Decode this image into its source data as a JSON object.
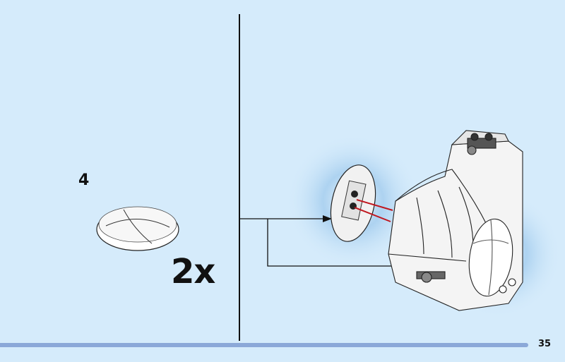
{
  "step": {
    "number": "4"
  },
  "parts_callout": {
    "quantity": "2x",
    "part": "dome-tile-icon"
  },
  "page": {
    "number": "35"
  },
  "colors": {
    "background": "#d5ebfb",
    "footer_bar": "#8ba8d8",
    "arrow_red": "#c0161e"
  }
}
